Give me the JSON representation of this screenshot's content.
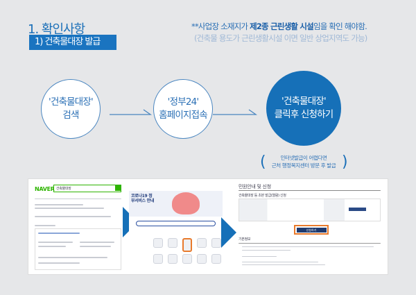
{
  "header": {
    "title": "1. 확인사항",
    "badge": "1) 건축물대장 발급",
    "note_prefix": "**사업장 소재지가 ",
    "note_bold": "제2종 근린생활 시설",
    "note_suffix": "임을 확인 해야함.",
    "note_sub": "(건축물 용도가 근린생활시설 이면 일반 상업지역도 가능)"
  },
  "steps": [
    {
      "line1": "'건축물대장'",
      "line2": "검색",
      "highlight": false
    },
    {
      "line1": "'정부24'",
      "line2": "홈페이지접속",
      "highlight": false
    },
    {
      "line1": "'건축물대장'",
      "line2": "클릭후 신청하기",
      "highlight": true
    }
  ],
  "alt_note": {
    "line1": "인터넷발급이 어렵다면",
    "line2": "근처 행정복지센터 방문 후 발급"
  },
  "screens": {
    "naver_logo": "NAVER",
    "naver_query": "건축물대장",
    "gov_banner": "코로나19 정부서비스 안내",
    "minwon_title": "민원안내 및 신청",
    "minwon_sub": "건축물대장 등 초본 발급(열람) 신청",
    "apply_button": "신청하기",
    "info_title": "기본정보"
  },
  "colors": {
    "accent": "#1670b8",
    "highlight_box": "#e87a2c",
    "background": "#e6e7e9"
  }
}
